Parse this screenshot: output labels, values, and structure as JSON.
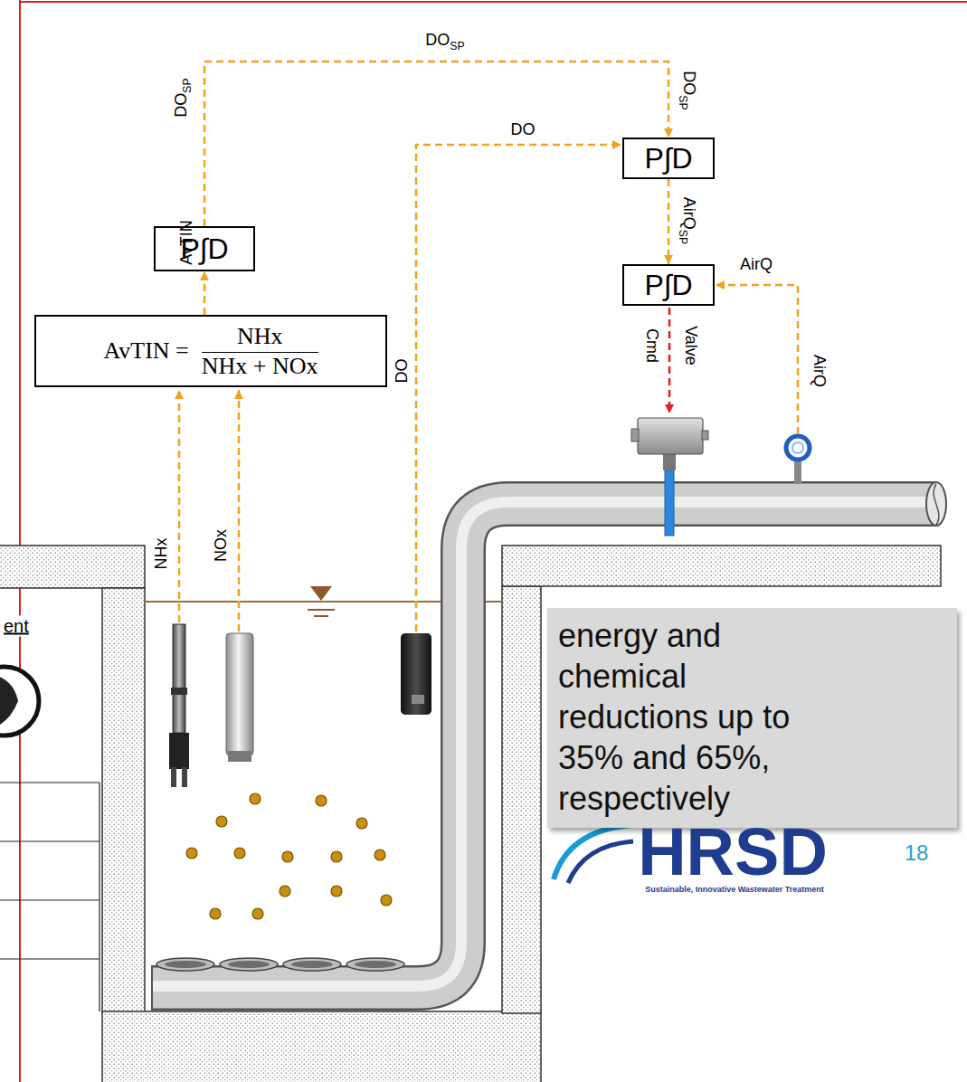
{
  "diagram": {
    "nodes": [
      {
        "text": [
          "P∫D"
        ]
      },
      {
        "text": [
          "P∫D"
        ]
      },
      {
        "text": [
          "P∫D"
        ]
      },
      {
        "text": [
          "AvTIN =",
          "NHx",
          "NHx + NOx"
        ]
      },
      {
        "text": [
          "energy and chemical reductions up to 35% and 65%, respectively"
        ]
      }
    ],
    "edges": [
      {
        "from": 3,
        "to": 1,
        "label": "AvTIN",
        "arrow": "to"
      },
      {
        "from": 1,
        "to": 0,
        "label": "DOSP",
        "arrow": "to"
      },
      {
        "from": 0,
        "to": 2,
        "label": "AirQSP",
        "arrow": "to"
      }
    ],
    "labels": [
      "DOSP",
      "DOSP",
      "DO",
      "DO",
      "AirQ",
      "Valve Cmd",
      "AirQ",
      "NHx",
      "NOx",
      "ent",
      "HRSD",
      "Sustainable, Innovative Wastewater Treatment",
      "18"
    ]
  }
}
